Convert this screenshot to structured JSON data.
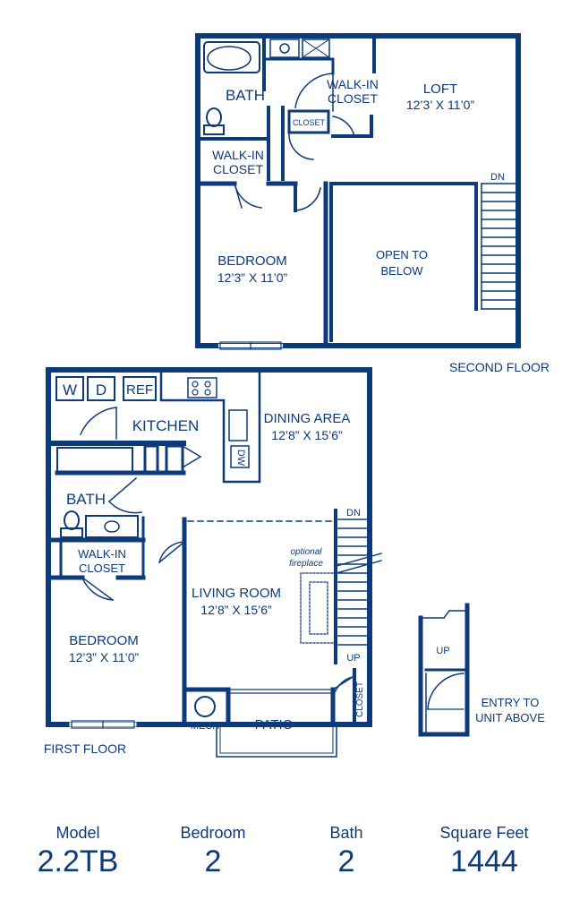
{
  "second_floor": {
    "caption": "SECOND FLOOR",
    "rooms": {
      "bath": "BATH",
      "walk_in_closet_top": [
        "WALK-IN",
        "CLOSET"
      ],
      "walk_in_closet_left": [
        "WALK-IN",
        "CLOSET"
      ],
      "closet": "CLOSET",
      "loft": [
        "LOFT",
        "12’3’ X 11’0”"
      ],
      "bedroom": [
        "BEDROOM",
        "12’3” X 11’0”"
      ],
      "open_to_below": [
        "OPEN TO",
        "BELOW"
      ],
      "stairs_dn": "DN"
    }
  },
  "first_floor": {
    "caption": "FIRST FLOOR",
    "appliances": {
      "washer": "W",
      "dryer": "D",
      "fridge": "REF",
      "dishwasher": "DW"
    },
    "rooms": {
      "kitchen": "KITCHEN",
      "dining": [
        "DINING AREA",
        "12’8” X 15’6”"
      ],
      "bath": "BATH",
      "walk_in_closet": [
        "WALK-IN",
        "CLOSET"
      ],
      "living": [
        "LIVING ROOM",
        "12’8” X 15’6”"
      ],
      "fireplace": [
        "optional",
        "fireplace"
      ],
      "bedroom": [
        "BEDROOM",
        "12’3” X 11’0”"
      ],
      "mech": "MECH",
      "patio": "PATIO",
      "closet": "CLOSET",
      "stairs_dn": "DN",
      "stairs_up": "UP"
    }
  },
  "entry": {
    "label": [
      "ENTRY TO",
      "UNIT ABOVE"
    ],
    "up": "UP"
  },
  "stats": [
    {
      "caption": "Model",
      "value": "2.2TB"
    },
    {
      "caption": "Bedroom",
      "value": "2"
    },
    {
      "caption": "Bath",
      "value": "2"
    },
    {
      "caption": "Square Feet",
      "value": "1444"
    }
  ]
}
